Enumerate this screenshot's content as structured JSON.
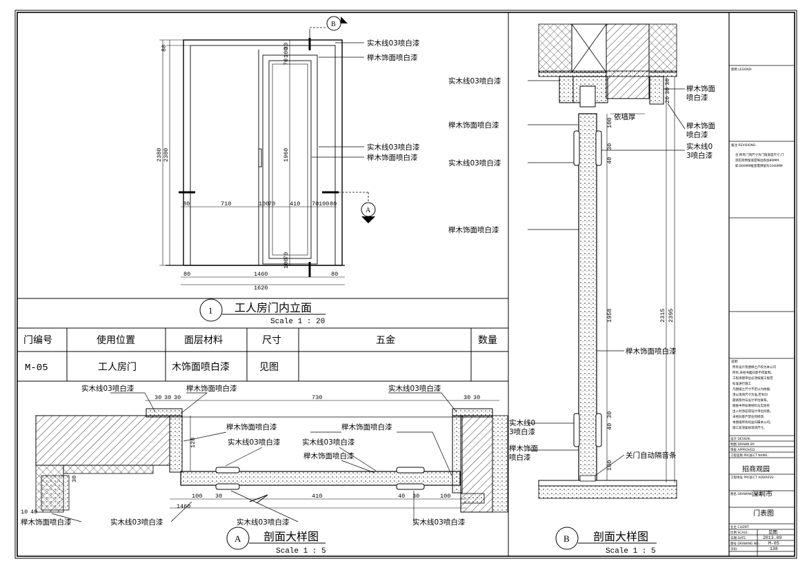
{
  "elevation": {
    "section_b_marker": "B",
    "section_a_marker": "A",
    "title_number": "1",
    "title": "工人房门内立面",
    "scale": "Scale 1 : 20",
    "dims_left": [
      "80",
      "2380",
      "2300"
    ],
    "dims_center_top": [
      "30",
      "100",
      "70",
      "70"
    ],
    "dim_door_height": "1960",
    "dims_center_bottom": [
      "70",
      "100"
    ],
    "dims_width_row": [
      "80",
      "710",
      "100",
      "70",
      "410",
      "70",
      "100",
      "80"
    ],
    "dims_bottom_row": [
      "80",
      "1460",
      "80"
    ],
    "dim_overall_width": "1620",
    "callouts": [
      "实木线03喷白漆",
      "榉木饰面喷白漆",
      "实木线03喷白漆",
      "榉木饰面喷白漆"
    ]
  },
  "schedule": {
    "headers": [
      "门编号",
      "使用位置",
      "面层材料",
      "尺寸",
      "五金",
      "数量"
    ],
    "row": [
      "M-05",
      "工人房门",
      "木饰面喷白漆",
      "见图",
      "",
      ""
    ]
  },
  "section_a": {
    "marker": "A",
    "title": "剖面大样图",
    "scale": "Scale 1 : 5",
    "dims_top": [
      "30",
      "30",
      "30",
      "730",
      "30",
      "30"
    ],
    "dims_bottom": [
      "100",
      "30",
      "410",
      "40",
      "30",
      "100"
    ],
    "dim_total": "1460",
    "dim_vertical": [
      "128",
      "30"
    ],
    "dims_small_left": [
      "10",
      "40"
    ],
    "callouts": [
      "实木线03喷白漆",
      "榉木饰面喷白漆",
      "实木线03喷白漆",
      "榉木饰面喷白漆",
      "榉木饰面喷白漆",
      "实木线03喷白漆",
      "实木线03喷白漆",
      "榉木饰面喷白漆",
      "榉木饰面喷白漆",
      "实木线03喷白漆",
      "实木线03喷白漆",
      "实木线03喷白漆"
    ]
  },
  "section_b": {
    "marker": "B",
    "title": "剖面大样图",
    "scale": "Scale 1 : 5",
    "dims_top_right": [
      "30",
      "30",
      "20"
    ],
    "dims_mid": [
      "100",
      "30",
      "40"
    ],
    "dims_vertical": [
      "1958",
      "2315",
      "2395"
    ],
    "dims_bottom": [
      "30",
      "40",
      "100"
    ],
    "wall_note": "依墙厚",
    "callouts_left": [
      "实木线03喷白漆",
      "榉木饰面喷白漆",
      "实木线03喷白漆",
      "榉木饰面喷白漆",
      "实木线0",
      "3喷白漆",
      "榉木饰面",
      "喷白漆"
    ],
    "callouts_right": [
      "榉木饰面",
      "喷白漆",
      "榉木饰面",
      "喷白漆",
      "实木线0",
      "3喷白漆",
      "榉木饰面喷白漆",
      "关门自动隔音条"
    ]
  },
  "title_block": {
    "legend_label": "图例 LEGEND:",
    "revisions_label": "备注 REVISIONS:",
    "revision_notes": [
      "注:所有门洞尺寸为门扇宽度尺寸,门",
      "洞实际预留宽度每边各加80MM.",
      "如:800MM框宽需预留为1040MM"
    ],
    "explanation_label": "说明:",
    "explanation_lines": [
      "所有设计及图样之产权为本公司",
      "所有,未经书面同意不得复制。",
      "工程承建单位必须按施工规范",
      "标准进行施工",
      "凡图纸之尺寸不足以为依据,",
      "须以现场尺寸为准,若有问",
      "题请及时与设计单位联系。",
      "图纸中所标明材料与实际有",
      "出入时须征得设计单位同意。",
      "未经同意严禁任何修改,",
      "本图纸所有权益归属本公司。",
      "施工前须复核现场尺寸。"
    ],
    "design_label": "设计 DESIGN:",
    "drawn_label": "制图 DRAWN BY:",
    "approved_label": "审核 APPROVED:",
    "project_label": "工程名称 PROJECT NAME:",
    "project_name": "招商观园",
    "address_label": "工程地址 PROJECT ADDRESS:",
    "address": "深圳市",
    "drawing_title_label": "图名 DRAWING TITLE:",
    "drawing_title": "门表图",
    "client_label": "业主 CLIENT:",
    "scale_label": "比例 SCALE:",
    "scale_value": "见图",
    "date_label": "日期 DATE:",
    "date_value": "2013.09",
    "drawing_no_label": "图号 DRAWING NO.:",
    "drawing_no": "M-05",
    "sheet_label": "页码:",
    "sheet_no": "138"
  },
  "colors": {
    "line": "#000000",
    "hatch": "#000000",
    "paper": "#ffffff"
  }
}
